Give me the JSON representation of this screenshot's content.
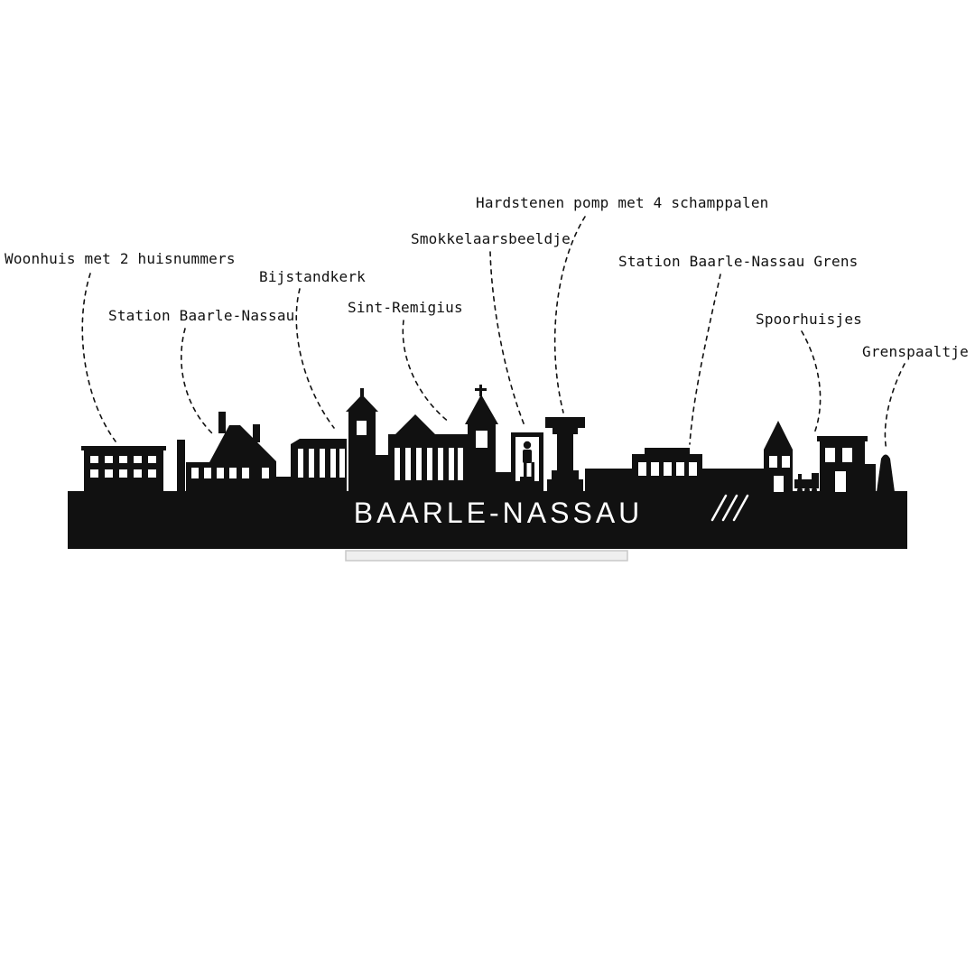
{
  "skyline": {
    "title": "BAARLE-NASSAU"
  },
  "labels": [
    {
      "text": "Woonhuis met 2 huisnummers"
    },
    {
      "text": "Station Baarle-Nassau"
    },
    {
      "text": "Bijstandkerk"
    },
    {
      "text": "Sint-Remigius"
    },
    {
      "text": "Smokkelaarsbeeldje"
    },
    {
      "text": "Hardstenen pomp met 4 schamppalen"
    },
    {
      "text": "Station Baarle-Nassau Grens"
    },
    {
      "text": "Spoorhuisjes"
    },
    {
      "text": "Grenspaaltje"
    }
  ],
  "colors": {
    "ink": "#111111",
    "paper": "#ffffff",
    "window": "#ffffff",
    "stand-fill": "#efefef",
    "stand-stroke": "#c8c8c8",
    "title": "#ffffff"
  }
}
